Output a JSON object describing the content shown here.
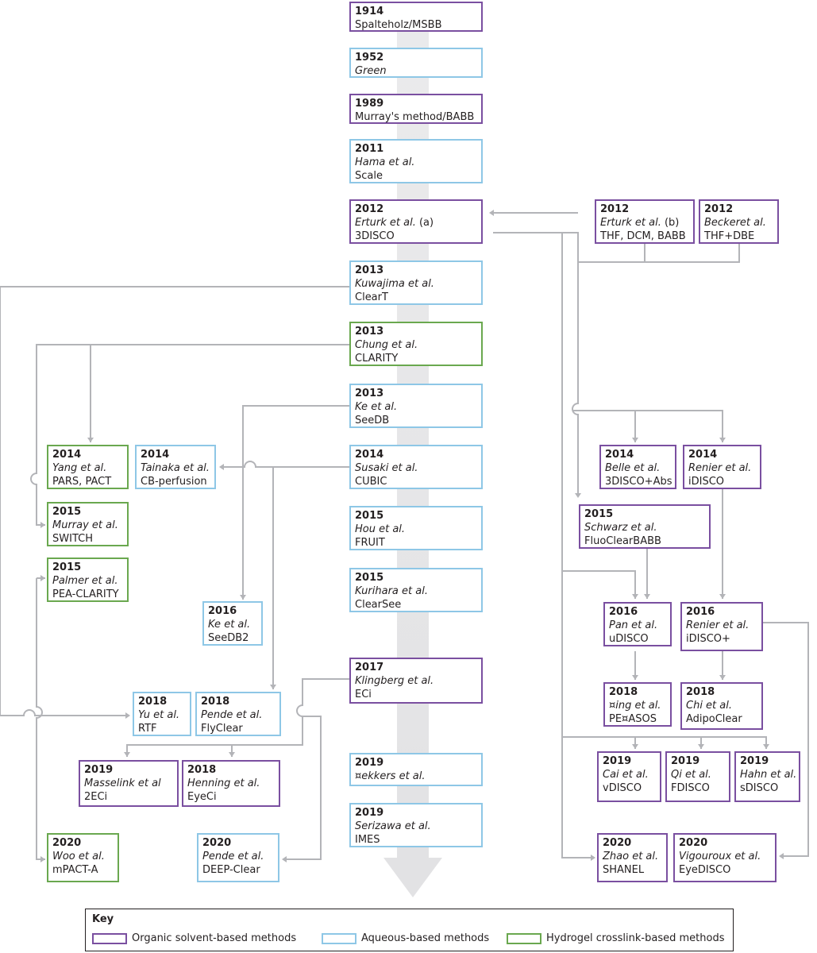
{
  "colors": {
    "organic": "#7a4fa0",
    "aqueous": "#8ec7e6",
    "hydrogel": "#6aa84f",
    "connector": "#b3b4b8",
    "timeline": "#e6e6e8"
  },
  "methods": {
    "m1914": {
      "year": "1914",
      "author": "",
      "method": "Spalteholz/MSBB"
    },
    "m1952": {
      "year": "1952",
      "author": "Green",
      "method": ""
    },
    "m1989": {
      "year": "1989",
      "author": "",
      "method": "Murray's method/BABB"
    },
    "hama": {
      "year": "2011",
      "author": "Hama et al.",
      "method": "Scale"
    },
    "erturk_a": {
      "year": "2012",
      "author": "Erturk et al.",
      "note": " (a)",
      "method": "3DISCO"
    },
    "erturk_b": {
      "year": "2012",
      "author": "Erturk et al.",
      "note": " (b)",
      "method": "THF, DCM, BABB"
    },
    "becker": {
      "year": "2012",
      "author": "Beckeret al.",
      "method": "THF+DBE"
    },
    "kuwajima": {
      "year": "2013",
      "author": "Kuwajima et al.",
      "method": "ClearT"
    },
    "chung": {
      "year": "2013",
      "author": "Chung et al.",
      "method": "CLARITY"
    },
    "ke2013": {
      "year": "2013",
      "author": "Ke et al.",
      "method": "SeeDB"
    },
    "susaki": {
      "year": "2014",
      "author": "Susaki et al.",
      "method": "CUBIC"
    },
    "yang": {
      "year": "2014",
      "author": "Yang et al.",
      "method": "PARS, PACT"
    },
    "tainaka": {
      "year": "2014",
      "author": "Tainaka et al.",
      "method": "CB-perfusion"
    },
    "belle": {
      "year": "2014",
      "author": "Belle et al.",
      "method": "3DISCO+Abs"
    },
    "renier2014": {
      "year": "2014",
      "author": "Renier et al.",
      "method": "iDISCO"
    },
    "hou": {
      "year": "2015",
      "author": "Hou et al.",
      "method": "FRUIT"
    },
    "murray2015": {
      "year": "2015",
      "author": "Murray et al.",
      "method": "SWITCH"
    },
    "schwarz": {
      "year": "2015",
      "author": "Schwarz et al.",
      "method": "FluoClearBABB"
    },
    "palmer": {
      "year": "2015",
      "author": "Palmer et al.",
      "method": "PEA-CLARITY"
    },
    "kurihara": {
      "year": "2015",
      "author": "Kurihara et al.",
      "method": "ClearSee"
    },
    "ke2016": {
      "year": "2016",
      "author": "Ke et al.",
      "method": "SeeDB2"
    },
    "pan": {
      "year": "2016",
      "author": "Pan et al.",
      "method": "uDISCO"
    },
    "renier2016": {
      "year": "2016",
      "author": "Renier et al.",
      "method": "iDISCO+"
    },
    "klingberg": {
      "year": "2017",
      "author": "Klingberg et al.",
      "method": "ECi"
    },
    "yu": {
      "year": "2018",
      "author": "Yu et al.",
      "method": "RTF"
    },
    "pende2018": {
      "year": "2018",
      "author": "Pende et al.",
      "method": "FlyClear"
    },
    "jing": {
      "year": "2018",
      "author": "¤ing et al.",
      "method": "PE¤ASOS"
    },
    "chi": {
      "year": "2018",
      "author": "Chi et al.",
      "method": "AdipoClear"
    },
    "masselink": {
      "year": "2019",
      "author": "Masselink et al",
      "method": "2ECi"
    },
    "henning": {
      "year": "2018",
      "author": "Henning et al.",
      "method": "EyeCi"
    },
    "dekkers": {
      "year": "2019",
      "author": "¤ekkers et al.",
      "method": ""
    },
    "cai": {
      "year": "2019",
      "author": "Cai et al.",
      "method": "vDISCO"
    },
    "qi": {
      "year": "2019",
      "author": "Qi et al.",
      "method": "FDISCO"
    },
    "hahn": {
      "year": "2019",
      "author": "Hahn et al.",
      "method": "sDISCO"
    },
    "serizawa": {
      "year": "2019",
      "author": "Serizawa et al.",
      "method": "IMES"
    },
    "woo": {
      "year": "2020",
      "author": "Woo et al.",
      "method": "mPACT-A"
    },
    "pende2020": {
      "year": "2020",
      "author": "Pende et al.",
      "method": "DEEP-Clear"
    },
    "zhao": {
      "year": "2020",
      "author": "Zhao et al.",
      "method": "SHANEL"
    },
    "vigouroux": {
      "year": "2020",
      "author": "Vigouroux et al.",
      "method": "EyeDISCO"
    }
  },
  "key": {
    "title": "Key",
    "organic": "Organic solvent-based methods",
    "aqueous": "Aqueous-based methods",
    "hydrogel": "Hydrogel crosslink-based methods"
  }
}
